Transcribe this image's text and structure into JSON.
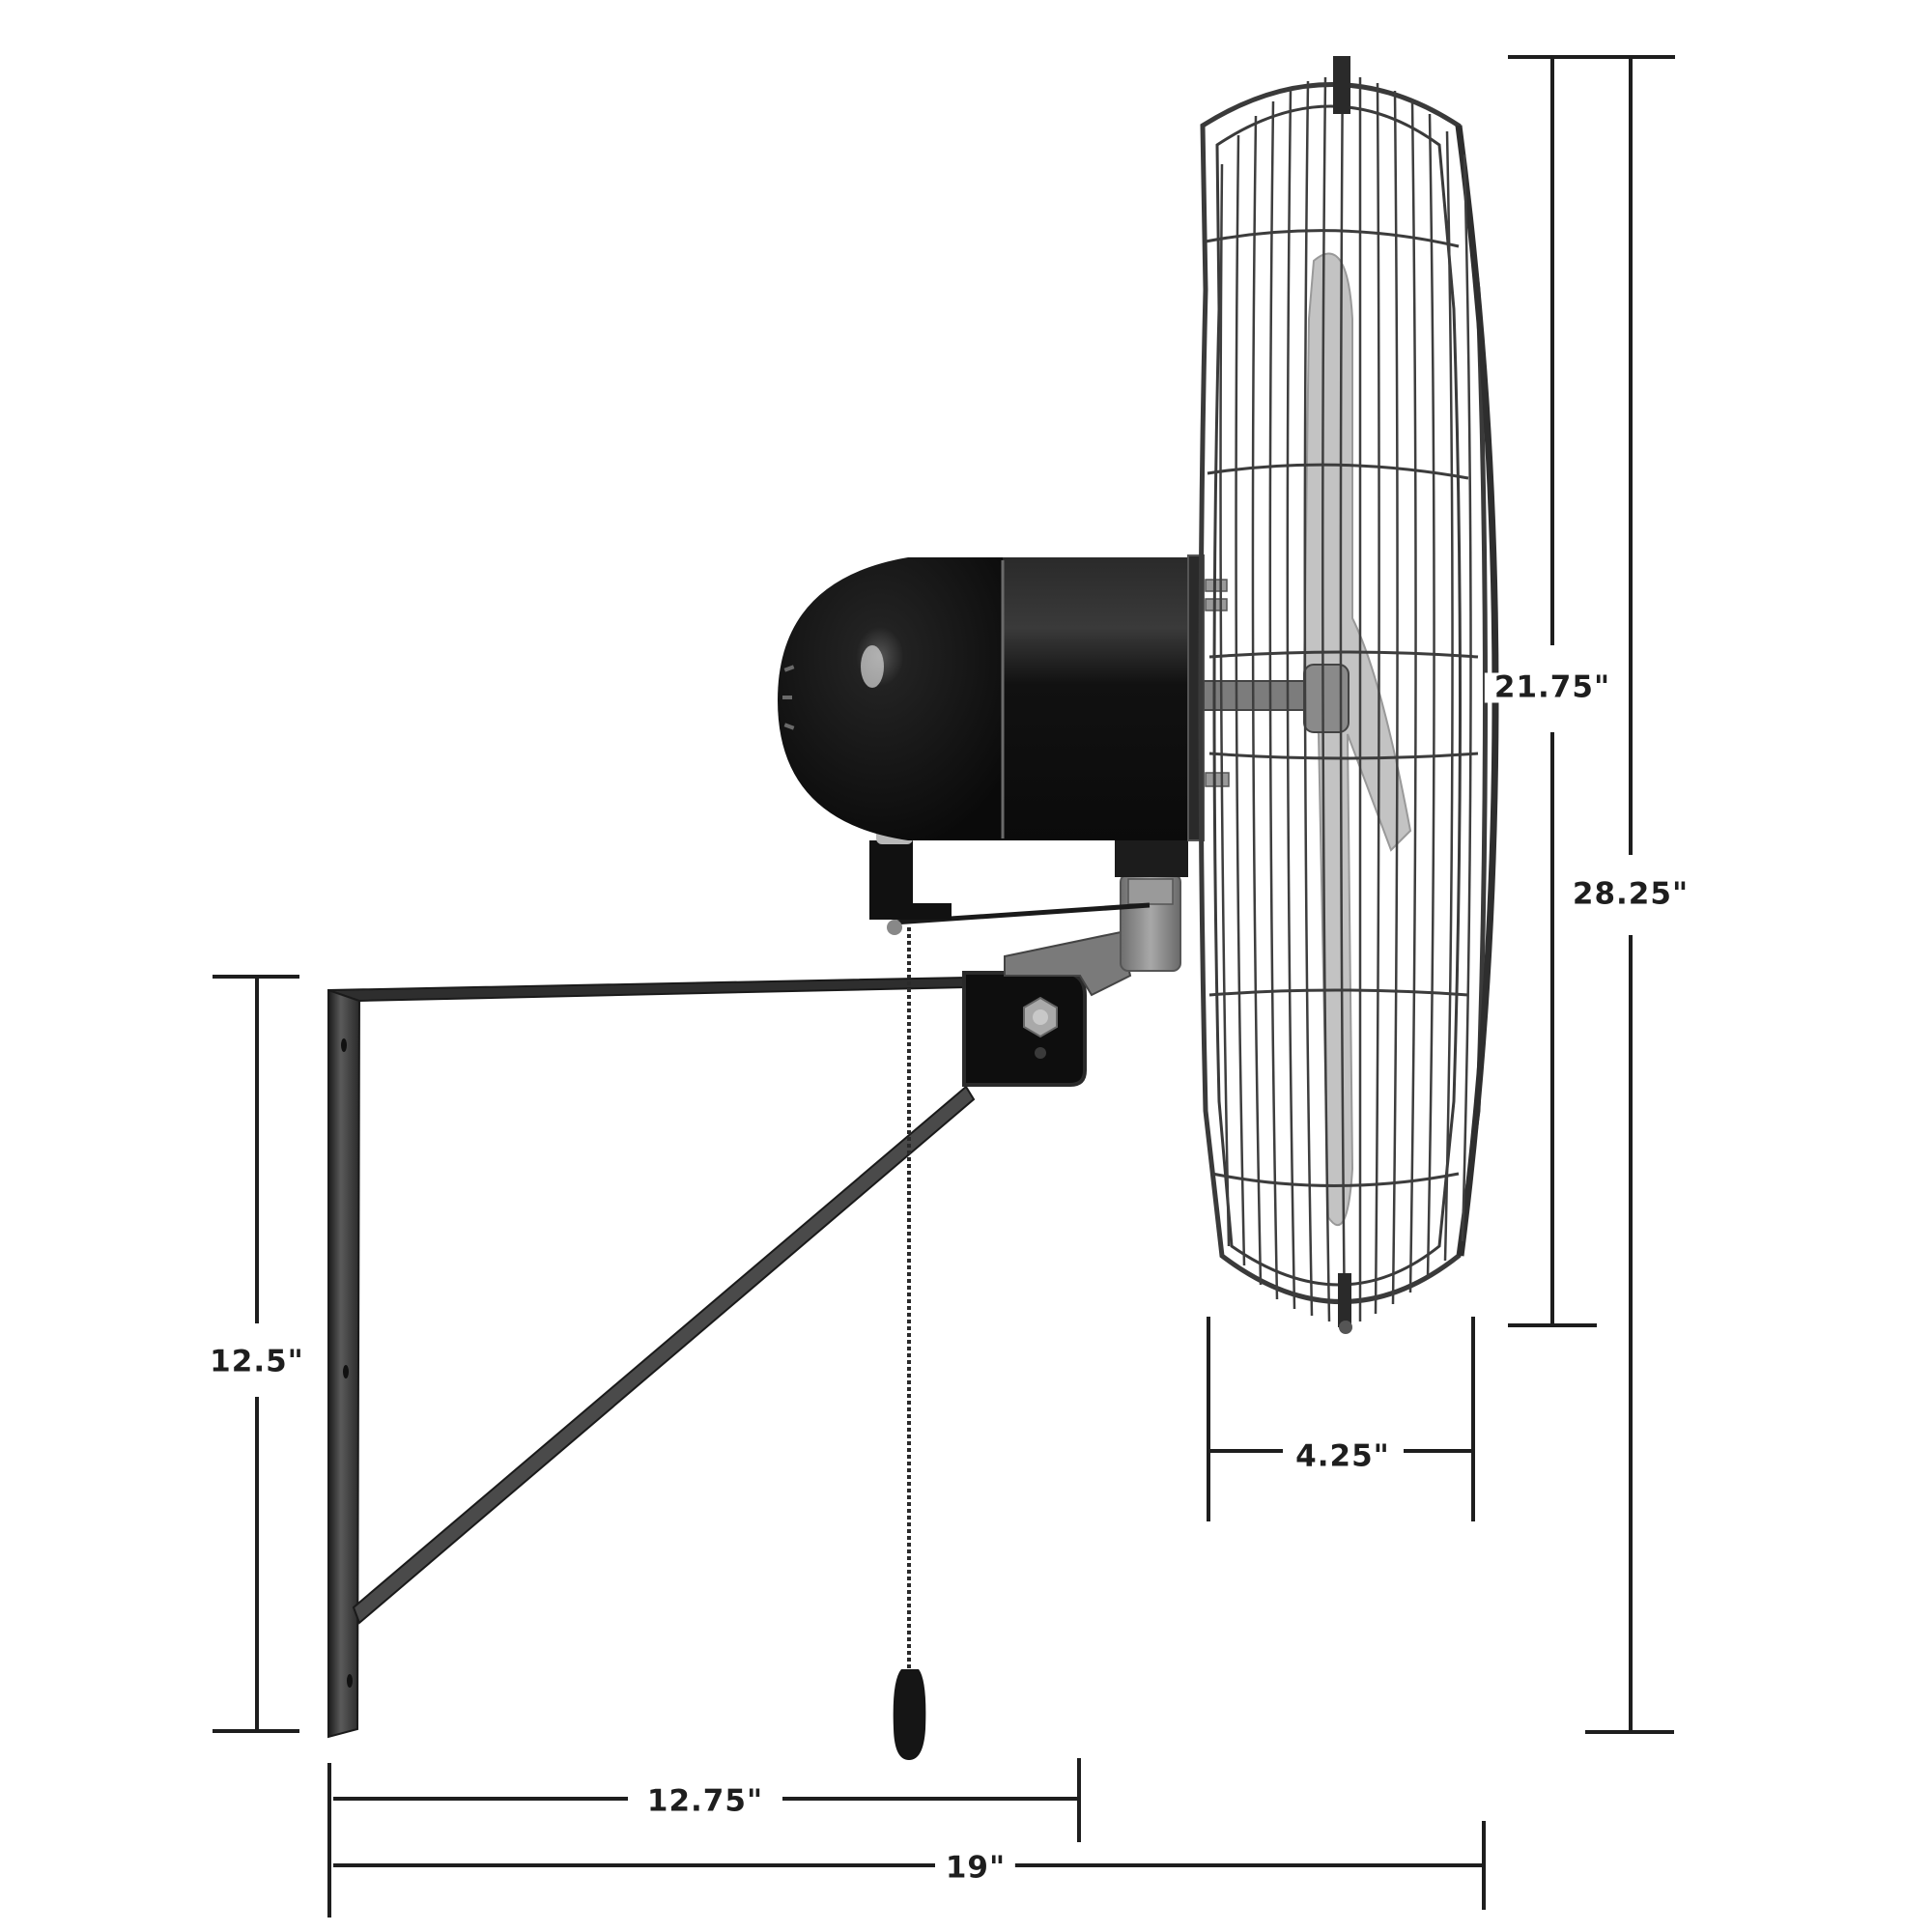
{
  "diagram": {
    "subject": "Wall-mount fan, side view",
    "colors": {
      "dimension_line": "#1e1e1e",
      "motor_body": "#141414",
      "cage_wire": "#3c3c3c",
      "bracket": "#2a2a2a",
      "hardware_gray": "#8c8c8c",
      "background": "#ffffff"
    },
    "dimensions": {
      "cage_height": {
        "label": "21.75\"",
        "orientation": "vertical"
      },
      "overall_height": {
        "label": "28.25\"",
        "orientation": "vertical"
      },
      "cage_depth": {
        "label": "4.25\"",
        "orientation": "horizontal"
      },
      "bracket_height": {
        "label": "12.5\"",
        "orientation": "vertical"
      },
      "bracket_depth": {
        "label": "12.75\"",
        "orientation": "horizontal"
      },
      "overall_depth": {
        "label": "19\"",
        "orientation": "horizontal"
      }
    },
    "components": [
      {
        "name": "fan-cage",
        "label": "Fan guard cage"
      },
      {
        "name": "fan-blade",
        "label": "Fan blade"
      },
      {
        "name": "motor-housing",
        "label": "Motor housing"
      },
      {
        "name": "oscillation-linkage",
        "label": "Oscillation linkage"
      },
      {
        "name": "pivot-mount",
        "label": "Pivot mount"
      },
      {
        "name": "wall-bracket",
        "label": "Wall mount bracket"
      },
      {
        "name": "pull-chain",
        "label": "Pull chain"
      },
      {
        "name": "pull-knob",
        "label": "Pull chain knob"
      }
    ]
  }
}
